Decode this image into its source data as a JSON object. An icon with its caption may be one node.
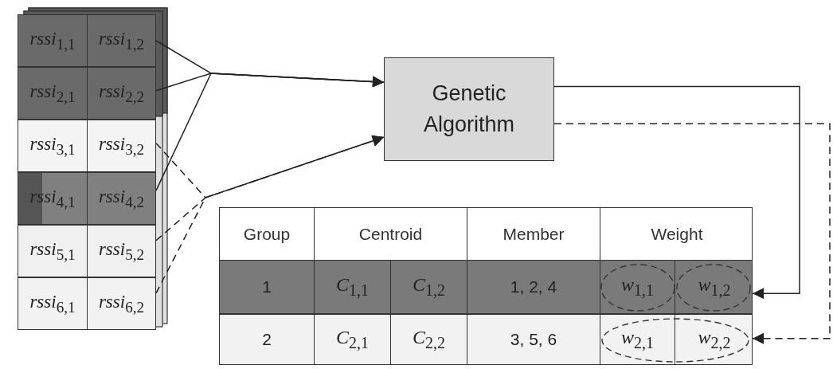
{
  "diagram": {
    "nodes": [
      {
        "text": [
          "*rssi*$_{1,1}$",
          "*rssi*$_{1,2}$"
        ]
      },
      {
        "text": [
          "*rssi*$_{2,1}$",
          "*rssi*$_{2,2}$"
        ]
      },
      {
        "text": [
          "*rssi*$_{3,1}$",
          "*rssi*$_{3,2}$"
        ]
      },
      {
        "text": [
          "*rssi*$_{4,1}$",
          "*rssi*$_{4,2}$"
        ]
      },
      {
        "text": [
          "*rssi*$_{5,1}$",
          "*rssi*$_{5,2}$"
        ]
      },
      {
        "text": [
          "*rssi*$_{6,1}$",
          "*rssi*$_{6,2}$"
        ]
      },
      {
        "text": [
          "Genetic Algorithm"
        ]
      },
      {
        "text": [
          "1",
          "*C*$_{1,1}$",
          "*C*$_{1,2}$",
          "1, 2, 4",
          "*w*$_{1,1}$",
          "*w*$_{1,2}$"
        ]
      },
      {
        "text": [
          "2",
          "*C*$_{2,1}$",
          "*C*$_{2,2}$",
          "3, 5, 6",
          "*w*$_{2,1}$",
          "*w*$_{2,2}$"
        ]
      }
    ],
    "edges": [
      {
        "from": 0,
        "to": 6,
        "arrow": "to"
      },
      {
        "from": 1,
        "to": 6,
        "arrow": "to"
      },
      {
        "from": 3,
        "to": 6,
        "arrow": "to"
      },
      {
        "from": 2,
        "to": 6,
        "arrow": "to",
        "style": "dashed"
      },
      {
        "from": 4,
        "to": 6,
        "arrow": "to",
        "style": "dashed"
      },
      {
        "from": 5,
        "to": 6,
        "arrow": "to",
        "style": "dashed"
      },
      {
        "from": 6,
        "to": 7,
        "arrow": "to"
      },
      {
        "from": 6,
        "to": 8,
        "arrow": "to",
        "style": "dashed"
      }
    ],
    "labels": [
      "Group",
      "Centroid",
      "Member",
      "Weight"
    ]
  }
}
